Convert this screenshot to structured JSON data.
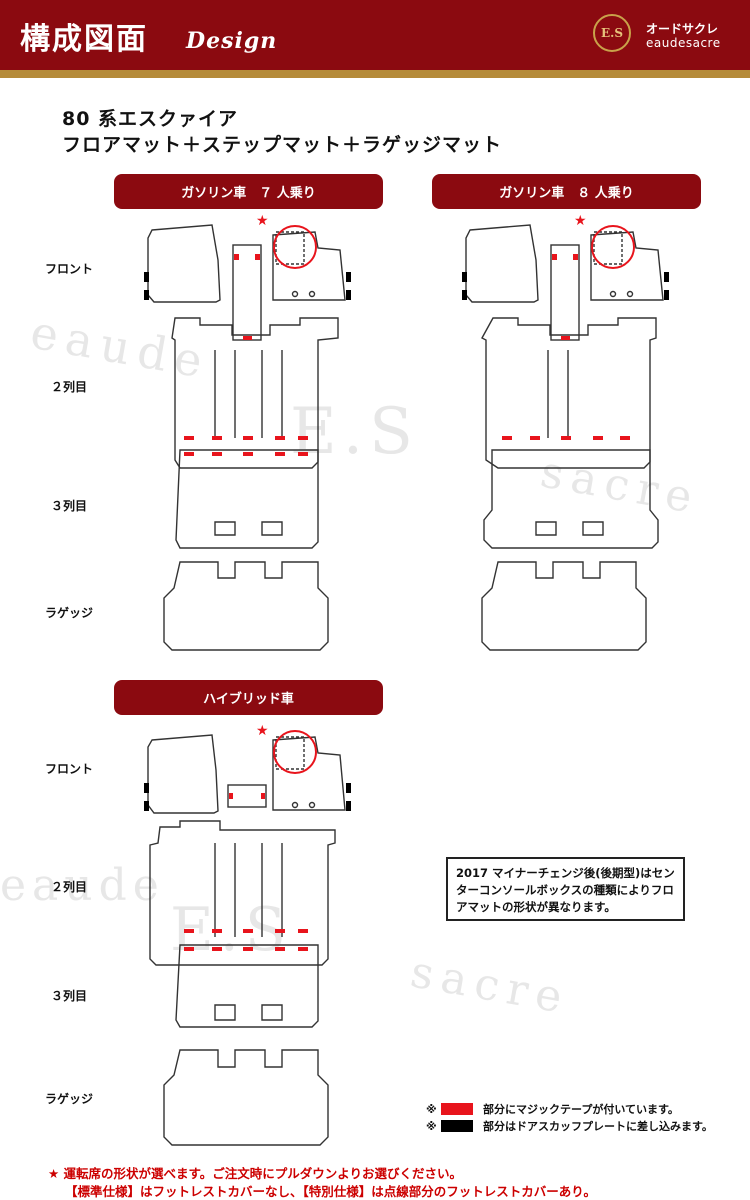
{
  "header": {
    "title": "構成図面",
    "subtitle": "Design",
    "logo_badge": "E.S",
    "logo_kana": "オードサクレ",
    "logo_roman": "eaudesacre"
  },
  "product": {
    "line1": "80 系エスクァイア",
    "line2": "フロアマット＋ステップマット＋ラゲッジマット"
  },
  "sections": {
    "gas7": "ガソリン車　７ 人乗り",
    "gas8": "ガソリン車　８ 人乗り",
    "hybrid": "ハイブリッド車"
  },
  "row_labels": {
    "front": "フロント",
    "row2": "２列目",
    "row3": "３列目",
    "luggage": "ラゲッジ"
  },
  "watermark": {
    "brand": "eaude",
    "center": "E.S",
    "sacre": "sacre"
  },
  "note": "2017 マイナーチェンジ後(後期型)はセンターコンソールボックスの種類によりフロアマットの形状が異なります。",
  "legend": {
    "mark": "※",
    "red_text": "部分にマジックテープが付いています。",
    "black_text": "部分はドアスカッフプレートに差し込みます。"
  },
  "footer": {
    "line1": "★ 運転席の形状が選べます。ご注文時にプルダウンよりお選びください。",
    "line2": "【標準仕様】はフットレストカバーなし、【特別仕様】は点線部分のフットレストカバーあり。"
  },
  "colors": {
    "brand": "#8b0a10",
    "gold": "#b58b3a",
    "velcro": "#e8141c",
    "scuff": "#000000",
    "star": "#e8141c"
  }
}
